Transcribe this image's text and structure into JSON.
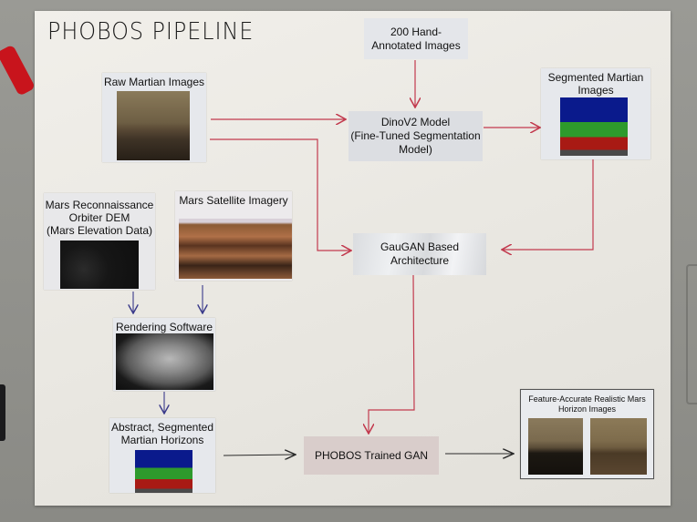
{
  "title": "PHOBOS Pipeline",
  "nodes": {
    "hand_annotated": {
      "label": "200 Hand-Annotated Images"
    },
    "raw_images": {
      "label": "Raw Martian Images",
      "image": "raw-martian-horizon-photo"
    },
    "dinov2": {
      "line1": "DinoV2 Model",
      "line2": "(Fine-Tuned Segmentation",
      "line3": "Model)"
    },
    "segmented": {
      "line1": "Segmented Martian",
      "line2": "Images",
      "image": "segmented-mask-blue-green-red"
    },
    "mro_dem": {
      "line1": "Mars Reconnaissance",
      "line2": "Orbiter DEM",
      "line3": "(Mars Elevation Data)",
      "image": "dark-elevation-map"
    },
    "satellite": {
      "label": "Mars Satellite Imagery",
      "image": "mars-satellite-map"
    },
    "gaugan": {
      "line1": "GauGAN Based",
      "line2": "Architecture"
    },
    "rendering": {
      "label": "Rendering Software",
      "image": "3d-terrain-render"
    },
    "abstract": {
      "line1": "Abstract, Segmented",
      "line2": "Martian Horizons",
      "image": "segmented-mask-blue-green-red"
    },
    "phobos_gan": {
      "label": "PHOBOS Trained GAN"
    },
    "output": {
      "line1": "Feature-Accurate Realistic Mars",
      "line2": "Horizon Images",
      "images": [
        "generated-horizon-1",
        "generated-horizon-2"
      ]
    }
  },
  "edges": [
    {
      "from": "hand_annotated",
      "to": "dinov2",
      "color": "#c23a4e"
    },
    {
      "from": "raw_images",
      "to": "dinov2",
      "color": "#c23a4e"
    },
    {
      "from": "raw_images",
      "to": "gaugan",
      "color": "#c23a4e"
    },
    {
      "from": "dinov2",
      "to": "segmented",
      "color": "#c23a4e"
    },
    {
      "from": "segmented",
      "to": "gaugan",
      "color": "#c23a4e"
    },
    {
      "from": "gaugan",
      "to": "phobos_gan",
      "color": "#c23a4e"
    },
    {
      "from": "mro_dem",
      "to": "rendering",
      "color": "#3a3a8a"
    },
    {
      "from": "satellite",
      "to": "rendering",
      "color": "#3a3a8a"
    },
    {
      "from": "rendering",
      "to": "abstract",
      "color": "#3a3a8a"
    },
    {
      "from": "abstract",
      "to": "phobos_gan",
      "color": "#2a2a2a"
    },
    {
      "from": "phobos_gan",
      "to": "output",
      "color": "#2a2a2a"
    }
  ],
  "colors": {
    "segment_sky": "#0a1a8c",
    "segment_terrain": "#2e9a2c",
    "segment_ground": "#a81a14",
    "phobos_box": "#d9cdcb",
    "arrow_red": "#c23a4e",
    "arrow_blue": "#3a3a8a"
  }
}
